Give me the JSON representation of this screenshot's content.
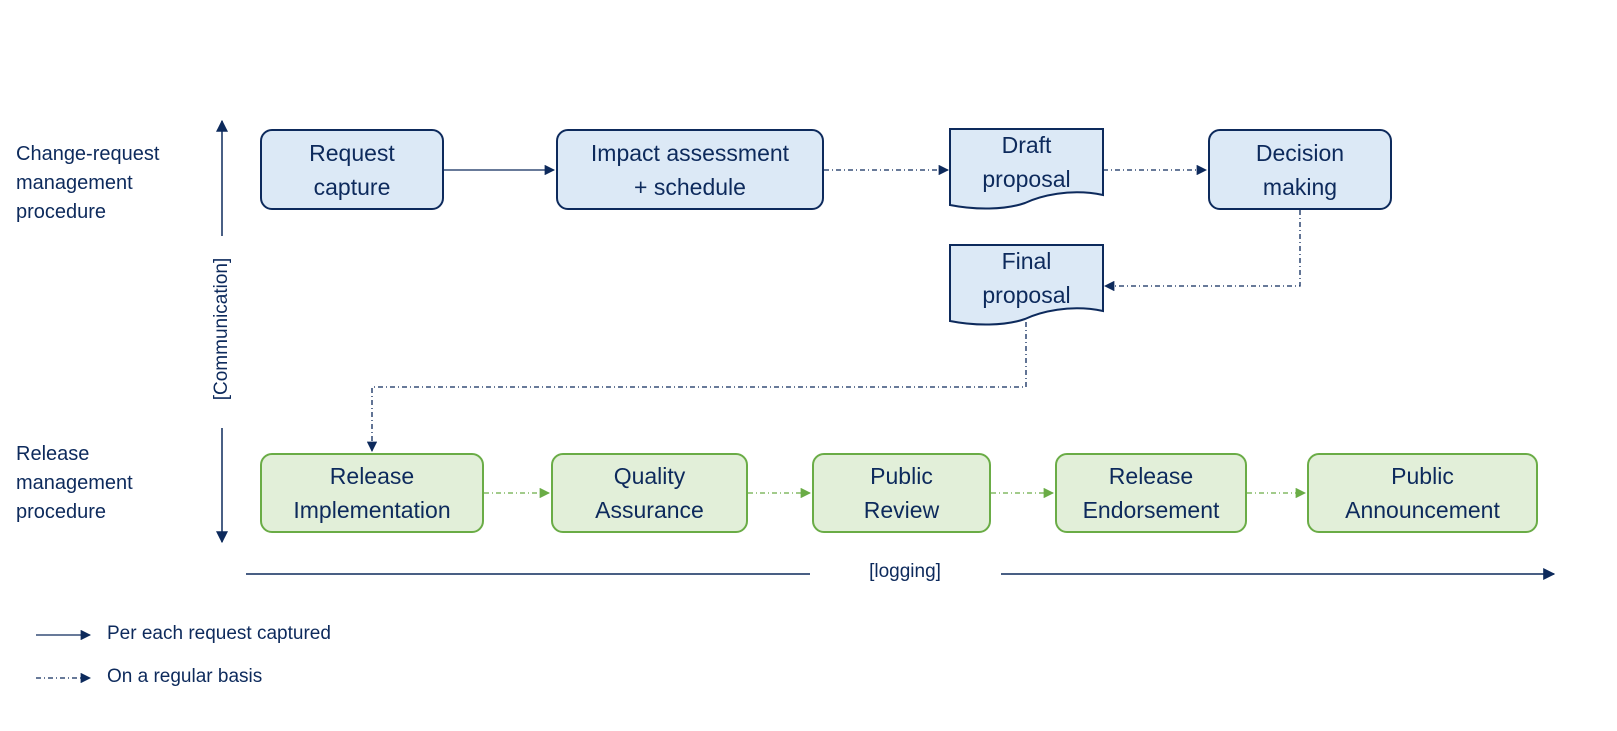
{
  "lanes": {
    "change_request": {
      "lines": [
        "Change-request",
        "management",
        "procedure"
      ]
    },
    "release": {
      "lines": [
        "Release",
        "management",
        "procedure"
      ]
    }
  },
  "vertical_axis_label": "[Communication]",
  "horizontal_axis_label": "[logging]",
  "change_request_steps": [
    {
      "lines": [
        "Request",
        "capture"
      ]
    },
    {
      "lines": [
        "Impact assessment",
        "+ schedule"
      ]
    },
    {
      "lines": [
        "Draft",
        "proposal"
      ]
    },
    {
      "lines": [
        "Decision",
        "making"
      ]
    },
    {
      "lines": [
        "Final",
        "proposal"
      ]
    }
  ],
  "release_steps": [
    {
      "lines": [
        "Release",
        "Implementation"
      ]
    },
    {
      "lines": [
        "Quality",
        "Assurance"
      ]
    },
    {
      "lines": [
        "Public",
        "Review"
      ]
    },
    {
      "lines": [
        "Release",
        "Endorsement"
      ]
    },
    {
      "lines": [
        "Public",
        "Announcement"
      ]
    }
  ],
  "legend": {
    "solid": "Per each request captured",
    "dashed": "On a regular basis"
  },
  "colors": {
    "navy": "#0d2a5c",
    "blue_fill": "#dce9f6",
    "green_fill": "#e2efd9",
    "green_stroke": "#6aac46"
  }
}
